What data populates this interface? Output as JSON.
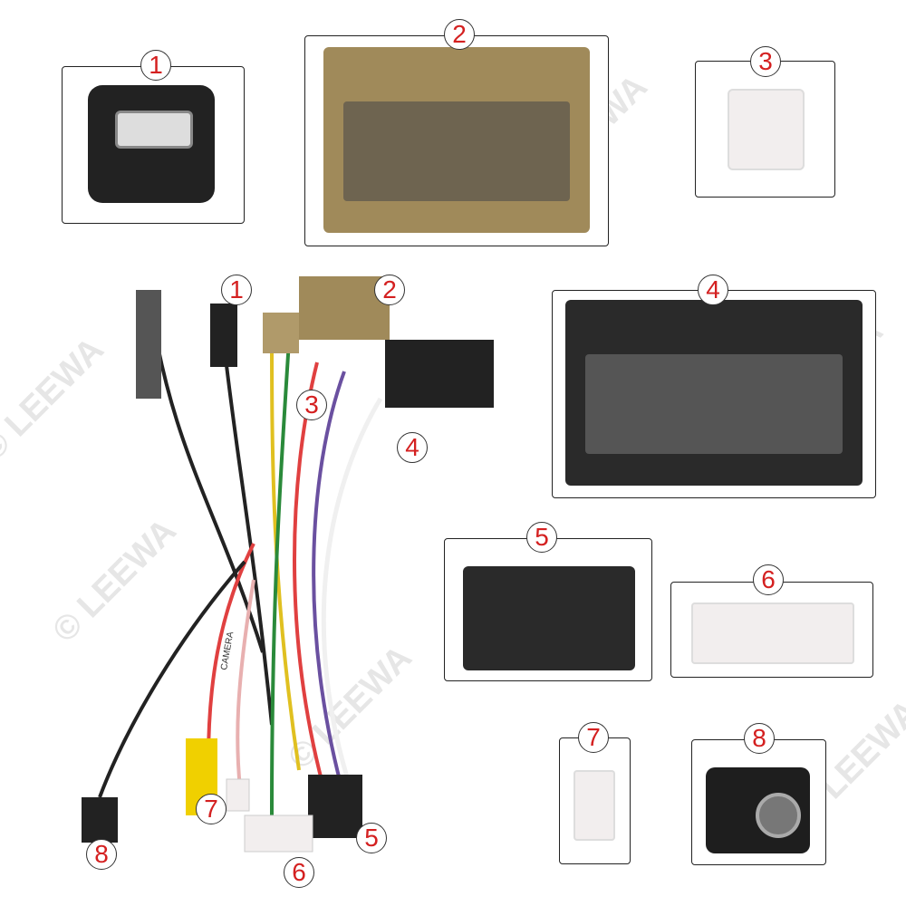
{
  "watermark": "© LEEWA",
  "detail_labels": [
    "1",
    "2",
    "3",
    "4",
    "5",
    "6",
    "7",
    "8"
  ],
  "harness_labels": [
    "1",
    "2",
    "3",
    "4",
    "5",
    "6",
    "7",
    "8"
  ],
  "cable_tag": "CAMERA",
  "colors": {
    "label_red": "#d42020",
    "tan_connector": "#a08a5a",
    "black_connector": "#2a2a2a",
    "white_connector": "#f2eeee",
    "yellow_rca": "#f0d000"
  }
}
